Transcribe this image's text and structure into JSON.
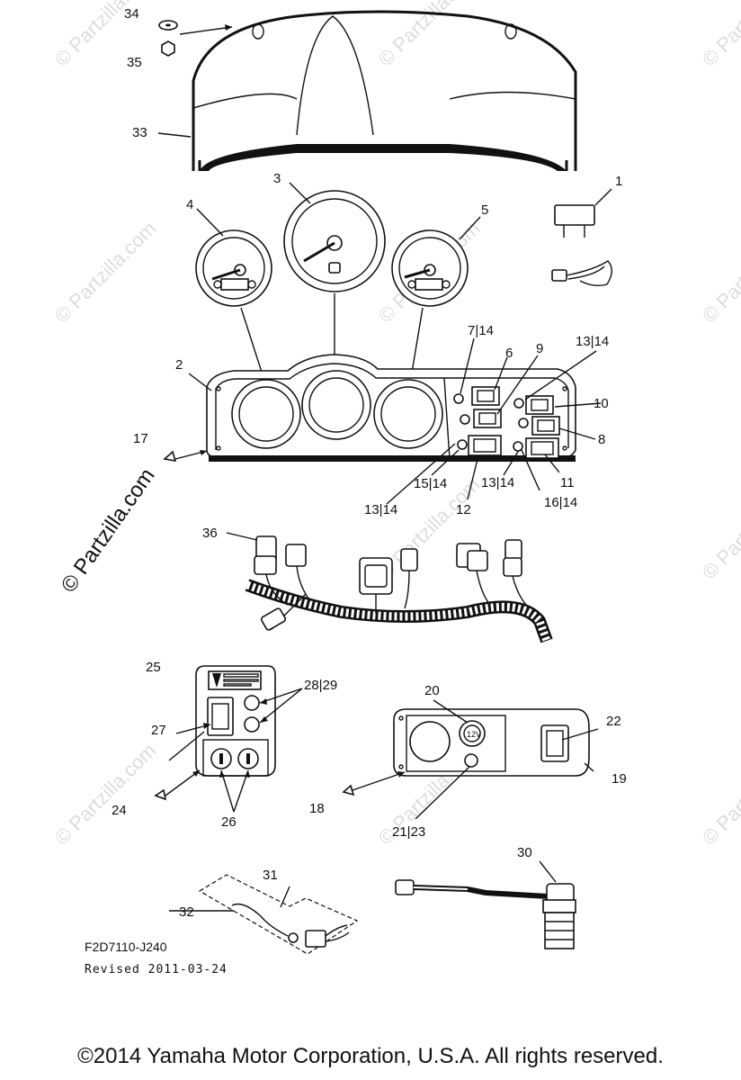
{
  "diagram": {
    "callouts": {
      "c1": "1",
      "c2": "2",
      "c3": "3",
      "c4": "4",
      "c5": "5",
      "c6": "6",
      "c7": "7|14",
      "c8": "8",
      "c9": "9",
      "c10": "10",
      "c11": "11",
      "c12": "12",
      "c13a": "13|14",
      "c13b": "13|14",
      "c13c": "13|14",
      "c15": "15|14",
      "c16": "16|14",
      "c17": "17",
      "c18": "18",
      "c19": "19",
      "c20": "20",
      "c21": "21|23",
      "c22": "22",
      "c24": "24",
      "c25": "25",
      "c26": "26",
      "c27": "27",
      "c28": "28|29",
      "c30": "30",
      "c31": "31",
      "c32": "32",
      "c33": "33",
      "c34": "34",
      "c35": "35",
      "c36": "36"
    },
    "part_code": "F2D7110-J240",
    "revised": "Revised 2011-03-24",
    "watermark": "© Partzilla.com",
    "watermark_small": "© Partzilla.com",
    "switch_label_12v": "12V"
  },
  "footer": {
    "copyright": "©2014  Yamaha Motor Corporation, U.S.A. All rights reserved."
  }
}
